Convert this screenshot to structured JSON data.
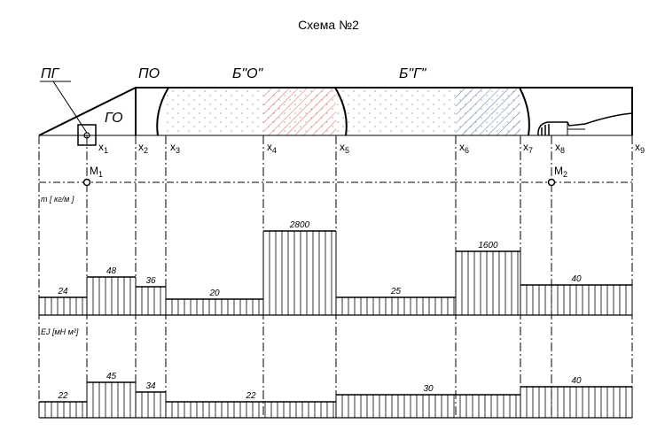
{
  "title": "Схема №2",
  "section_labels": {
    "pg": "ПГ",
    "go": "ГО",
    "po": "ПО",
    "bo": "Б\"О\"",
    "bg": "Б\"Г\""
  },
  "x_points": [
    "x1",
    "x2",
    "x3",
    "x4",
    "x5",
    "x6",
    "x7",
    "x8",
    "x9"
  ],
  "masses": [
    "M1",
    "M2"
  ],
  "axis_labels": {
    "m": "m [ кг/м ]",
    "ej": "EJ [мН м²]"
  },
  "mass_distribution": [
    24,
    48,
    36,
    20,
    2800,
    25,
    1600,
    40
  ],
  "stiffness_distribution": [
    22,
    45,
    34,
    22,
    30,
    40
  ],
  "colors": {
    "line": "#000000",
    "hatch_red": "#e06060",
    "hatch_blue": "#5a6fb0"
  }
}
